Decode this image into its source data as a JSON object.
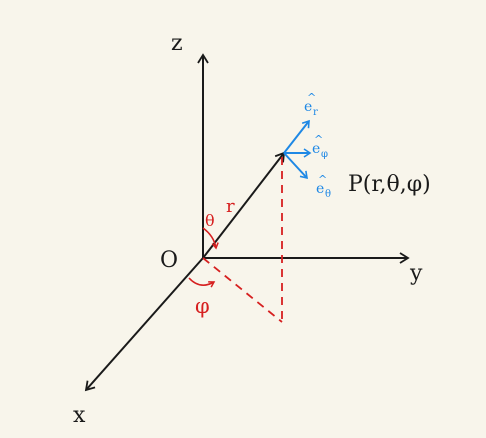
{
  "labels": {
    "z_axis": "z",
    "y_axis": "y",
    "x_axis": "x",
    "origin": "O",
    "radius": "r",
    "theta": "θ",
    "phi": "φ",
    "point": "P(r,θ,φ)"
  },
  "unit_vectors": {
    "e_r": {
      "base": "e",
      "sub": "r"
    },
    "e_phi": {
      "base": "e",
      "sub": "φ"
    },
    "e_theta": {
      "base": "e",
      "sub": "θ"
    }
  },
  "colors": {
    "background": "#f8f5eb",
    "axes": "#1a1a1a",
    "angles": "#d62020",
    "unit_vectors": "#1e88e5"
  }
}
